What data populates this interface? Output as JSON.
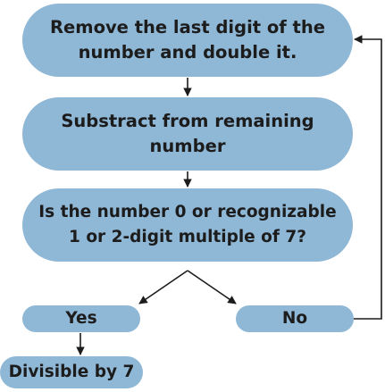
{
  "flowchart": {
    "step1": "Remove the last digit of the number and double it.",
    "step2": "Substract from remaining number",
    "question": "Is the number 0 or recognizable 1 or 2-digit multiple of 7?",
    "yes": "Yes",
    "no": "No",
    "result": "Divisible by 7"
  },
  "colors": {
    "node_fill": "#8fb7d6",
    "text": "#1c1c1c",
    "line": "#1c1c1c"
  }
}
